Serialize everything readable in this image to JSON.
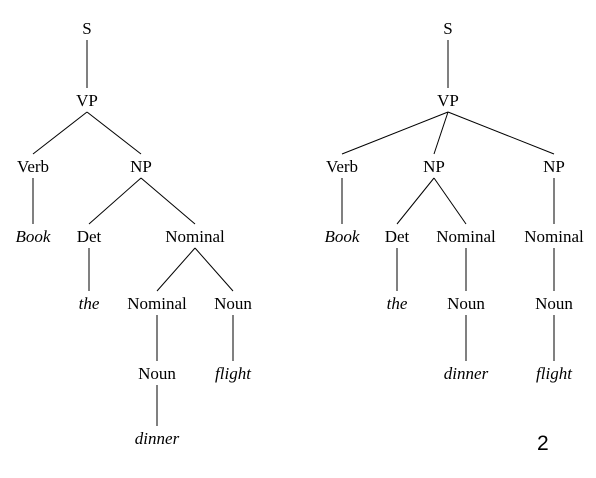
{
  "trees": [
    {
      "label": "S",
      "children": [
        {
          "label": "VP",
          "children": [
            {
              "label": "Verb",
              "children": [
                {
                  "label": "Book",
                  "word": true
                }
              ]
            },
            {
              "label": "NP",
              "children": [
                {
                  "label": "Det",
                  "children": [
                    {
                      "label": "the",
                      "word": true
                    }
                  ]
                },
                {
                  "label": "Nominal",
                  "children": [
                    {
                      "label": "Nominal",
                      "children": [
                        {
                          "label": "Noun",
                          "children": [
                            {
                              "label": "dinner",
                              "word": true
                            }
                          ]
                        }
                      ]
                    },
                    {
                      "label": "Noun",
                      "children": [
                        {
                          "label": "flight",
                          "word": true
                        }
                      ]
                    }
                  ]
                }
              ]
            }
          ]
        }
      ]
    },
    {
      "label": "S",
      "children": [
        {
          "label": "VP",
          "children": [
            {
              "label": "Verb",
              "children": [
                {
                  "label": "Book",
                  "word": true
                }
              ]
            },
            {
              "label": "NP",
              "children": [
                {
                  "label": "Det",
                  "children": [
                    {
                      "label": "the",
                      "word": true
                    }
                  ]
                },
                {
                  "label": "Nominal",
                  "children": [
                    {
                      "label": "Noun",
                      "children": [
                        {
                          "label": "dinner",
                          "word": true
                        }
                      ]
                    }
                  ]
                }
              ]
            },
            {
              "label": "NP",
              "children": [
                {
                  "label": "Nominal",
                  "children": [
                    {
                      "label": "Noun",
                      "children": [
                        {
                          "label": "flight",
                          "word": true
                        }
                      ]
                    }
                  ]
                }
              ]
            }
          ]
        }
      ]
    }
  ],
  "page_number": "2"
}
